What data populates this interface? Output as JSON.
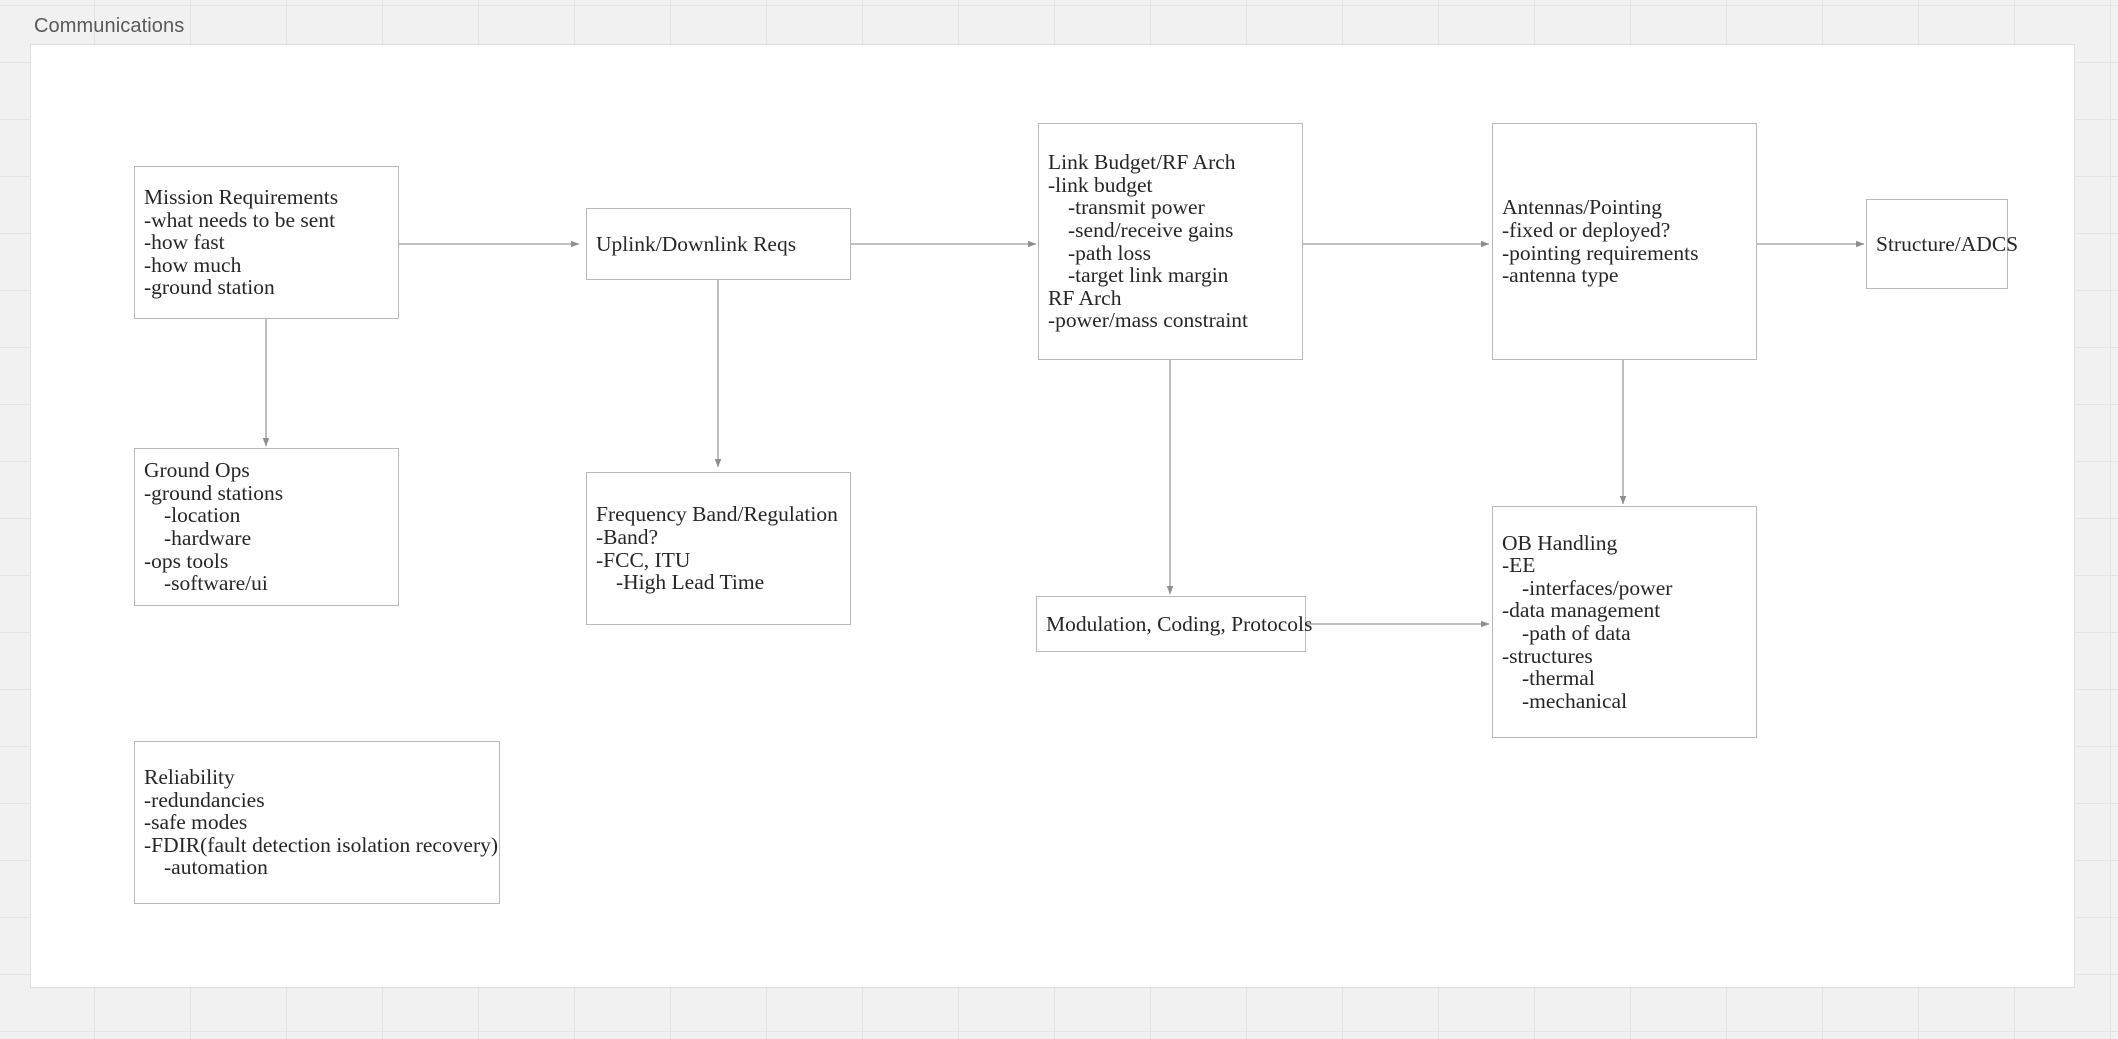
{
  "canvas": {
    "title": "Communications",
    "background_color": "#f1f1f1",
    "surface_color": "#ffffff",
    "grid_line_color": "#e4e4e4",
    "node_border_color": "#b9b9b9",
    "edge_color": "#9a9a9a",
    "text_color": "#262626",
    "title_color": "#58595b"
  },
  "nodes": [
    {
      "id": "mission-requirements",
      "title": "Mission Requirements",
      "lines": [
        {
          "text": "Mission Requirements",
          "indent": 0
        },
        {
          "text": "-what needs to be sent",
          "indent": 0
        },
        {
          "text": "-how fast",
          "indent": 0
        },
        {
          "text": "-how much",
          "indent": 0
        },
        {
          "text": "-ground station",
          "indent": 0
        }
      ]
    },
    {
      "id": "ground-ops",
      "title": "Ground Ops",
      "lines": [
        {
          "text": "Ground Ops",
          "indent": 0
        },
        {
          "text": "-ground stations",
          "indent": 0
        },
        {
          "text": "-location",
          "indent": 1
        },
        {
          "text": "-hardware",
          "indent": 1
        },
        {
          "text": "-ops tools",
          "indent": 0
        },
        {
          "text": "-software/ui",
          "indent": 1
        }
      ]
    },
    {
      "id": "uplink-downlink-reqs",
      "title": "Uplink/Downlink Reqs",
      "lines": [
        {
          "text": "Uplink/Downlink Reqs",
          "indent": 0
        }
      ]
    },
    {
      "id": "frequency-band-regulation",
      "title": "Frequency Band/Regulation",
      "lines": [
        {
          "text": "Frequency Band/Regulation",
          "indent": 0
        },
        {
          "text": "-Band?",
          "indent": 0
        },
        {
          "text": "-FCC, ITU",
          "indent": 0
        },
        {
          "text": "-High Lead Time",
          "indent": 1
        }
      ]
    },
    {
      "id": "link-budget-rf-arch",
      "title": "Link Budget/RF Arch",
      "lines": [
        {
          "text": "Link Budget/RF Arch",
          "indent": 0
        },
        {
          "text": "-link budget",
          "indent": 0
        },
        {
          "text": "-transmit power",
          "indent": 1
        },
        {
          "text": "-send/receive gains",
          "indent": 1
        },
        {
          "text": "-path loss",
          "indent": 1
        },
        {
          "text": "-target link margin",
          "indent": 1
        },
        {
          "text": "RF Arch",
          "indent": 0
        },
        {
          "text": "-power/mass constraint",
          "indent": 0
        }
      ]
    },
    {
      "id": "antennas-pointing",
      "title": "Antennas/Pointing",
      "lines": [
        {
          "text": "Antennas/Pointing",
          "indent": 0
        },
        {
          "text": "-fixed or deployed?",
          "indent": 0
        },
        {
          "text": "-pointing requirements",
          "indent": 0
        },
        {
          "text": "-antenna type",
          "indent": 0
        }
      ]
    },
    {
      "id": "structure-adcs",
      "title": "Structure/ADCS",
      "lines": [
        {
          "text": "Structure/ADCS",
          "indent": 0
        }
      ]
    },
    {
      "id": "modulation-coding-protocols",
      "title": "Modulation, Coding, Protocols",
      "lines": [
        {
          "text": "Modulation, Coding, Protocols",
          "indent": 0
        }
      ]
    },
    {
      "id": "ob-handling",
      "title": "OB Handling",
      "lines": [
        {
          "text": "OB Handling",
          "indent": 0
        },
        {
          "text": "-EE",
          "indent": 0
        },
        {
          "text": "-interfaces/power",
          "indent": 1
        },
        {
          "text": "-data management",
          "indent": 0
        },
        {
          "text": "-path of data",
          "indent": 1
        },
        {
          "text": "-structures",
          "indent": 0
        },
        {
          "text": "-thermal",
          "indent": 1
        },
        {
          "text": "-mechanical",
          "indent": 1
        }
      ]
    },
    {
      "id": "reliability",
      "title": "Reliability",
      "lines": [
        {
          "text": "Reliability",
          "indent": 0
        },
        {
          "text": "-redundancies",
          "indent": 0
        },
        {
          "text": "-safe modes",
          "indent": 0
        },
        {
          "text": "-FDIR(fault detection isolation recovery)",
          "indent": 0
        },
        {
          "text": "-automation",
          "indent": 1
        }
      ]
    }
  ],
  "edges": [
    {
      "from": "mission-requirements",
      "to": "uplink-downlink-reqs"
    },
    {
      "from": "mission-requirements",
      "to": "ground-ops"
    },
    {
      "from": "uplink-downlink-reqs",
      "to": "link-budget-rf-arch"
    },
    {
      "from": "uplink-downlink-reqs",
      "to": "frequency-band-regulation"
    },
    {
      "from": "link-budget-rf-arch",
      "to": "antennas-pointing"
    },
    {
      "from": "link-budget-rf-arch",
      "to": "modulation-coding-protocols"
    },
    {
      "from": "antennas-pointing",
      "to": "structure-adcs"
    },
    {
      "from": "antennas-pointing",
      "to": "ob-handling"
    },
    {
      "from": "modulation-coding-protocols",
      "to": "ob-handling"
    }
  ]
}
